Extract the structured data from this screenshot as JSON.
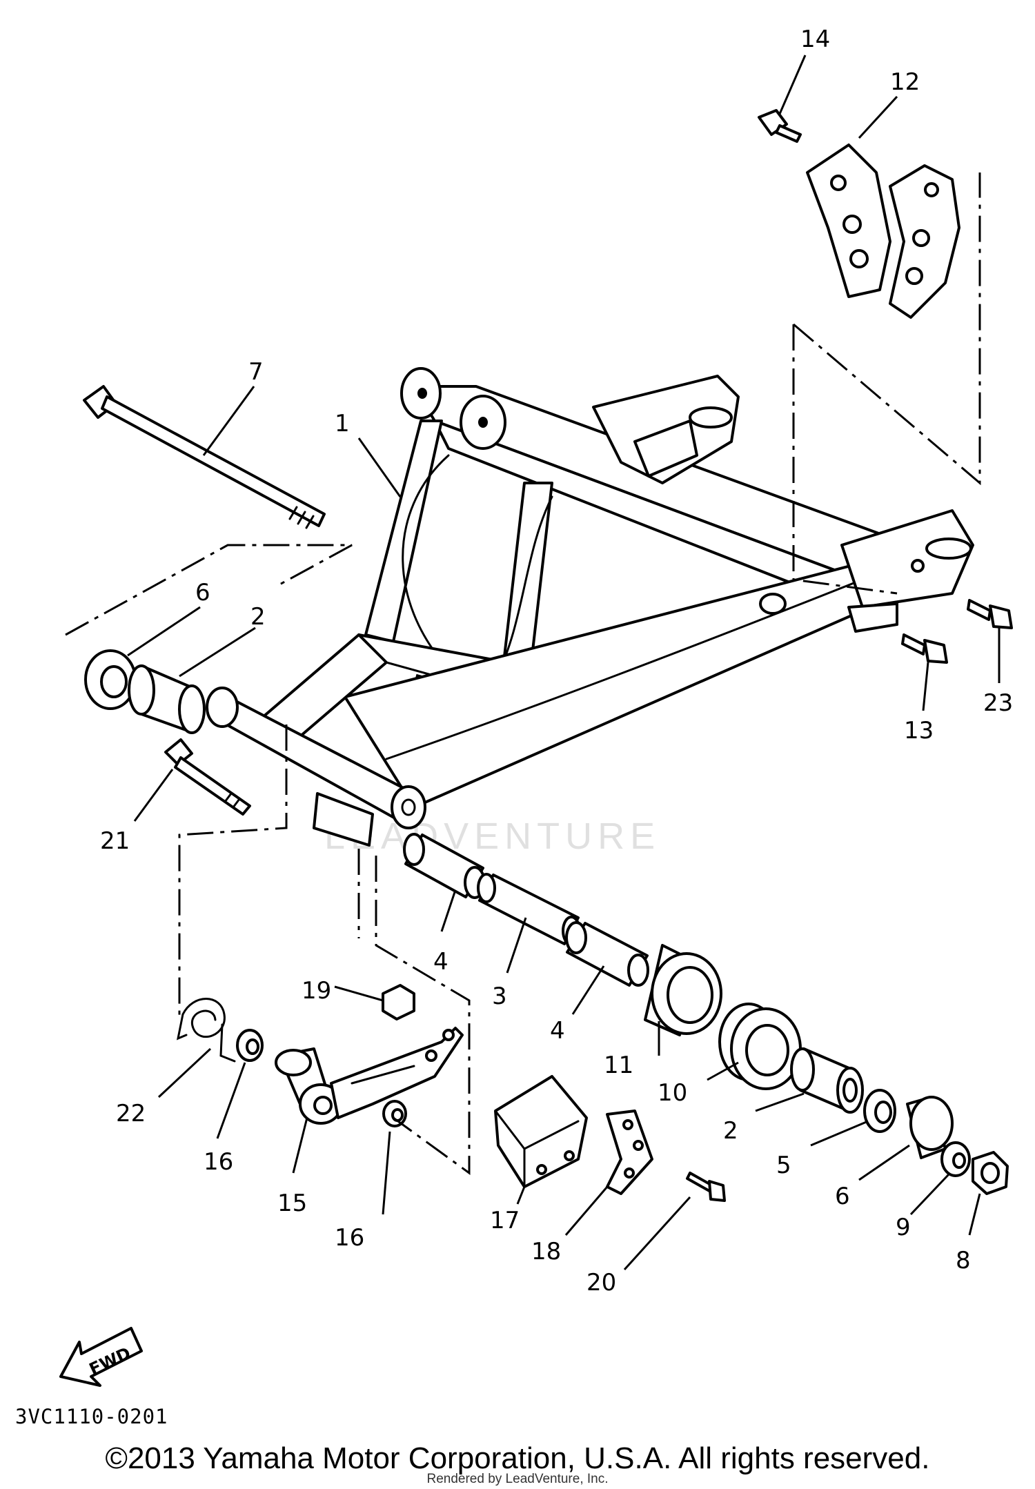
{
  "diagram": {
    "drawing_code": "3VC1110-0201",
    "fwd_label": "FWD",
    "watermark": "LEADVENTURE",
    "callouts": [
      "14",
      "12",
      "7",
      "1",
      "6",
      "2",
      "23",
      "13",
      "21",
      "4",
      "3",
      "4",
      "19",
      "11",
      "10",
      "22",
      "16",
      "15",
      "2",
      "5",
      "6",
      "9",
      "8",
      "16",
      "17",
      "18",
      "20"
    ]
  },
  "footer": {
    "copyright": "©2013 Yamaha Motor Corporation, U.S.A. All rights reserved.",
    "rendered_by": "Rendered by LeadVenture, Inc."
  }
}
